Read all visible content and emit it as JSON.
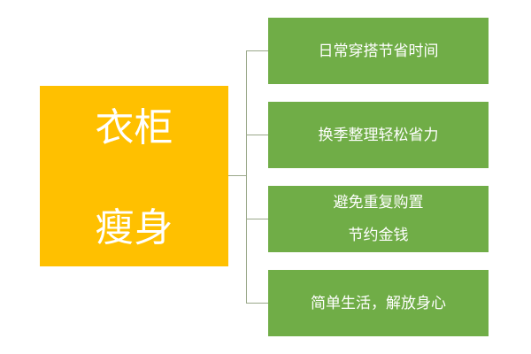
{
  "root": {
    "line1": "衣柜",
    "line2": "瘦身"
  },
  "branches": [
    {
      "lines": [
        "日常穿搭节省时间"
      ]
    },
    {
      "lines": [
        "换季整理轻松省力"
      ]
    },
    {
      "lines": [
        "避免重复购置",
        "节约金钱"
      ]
    },
    {
      "lines": [
        "简单生活，解放身心"
      ]
    }
  ],
  "colors": {
    "root": "#ffc000",
    "branch": "#70ad47",
    "connector": "#9aa88a"
  }
}
